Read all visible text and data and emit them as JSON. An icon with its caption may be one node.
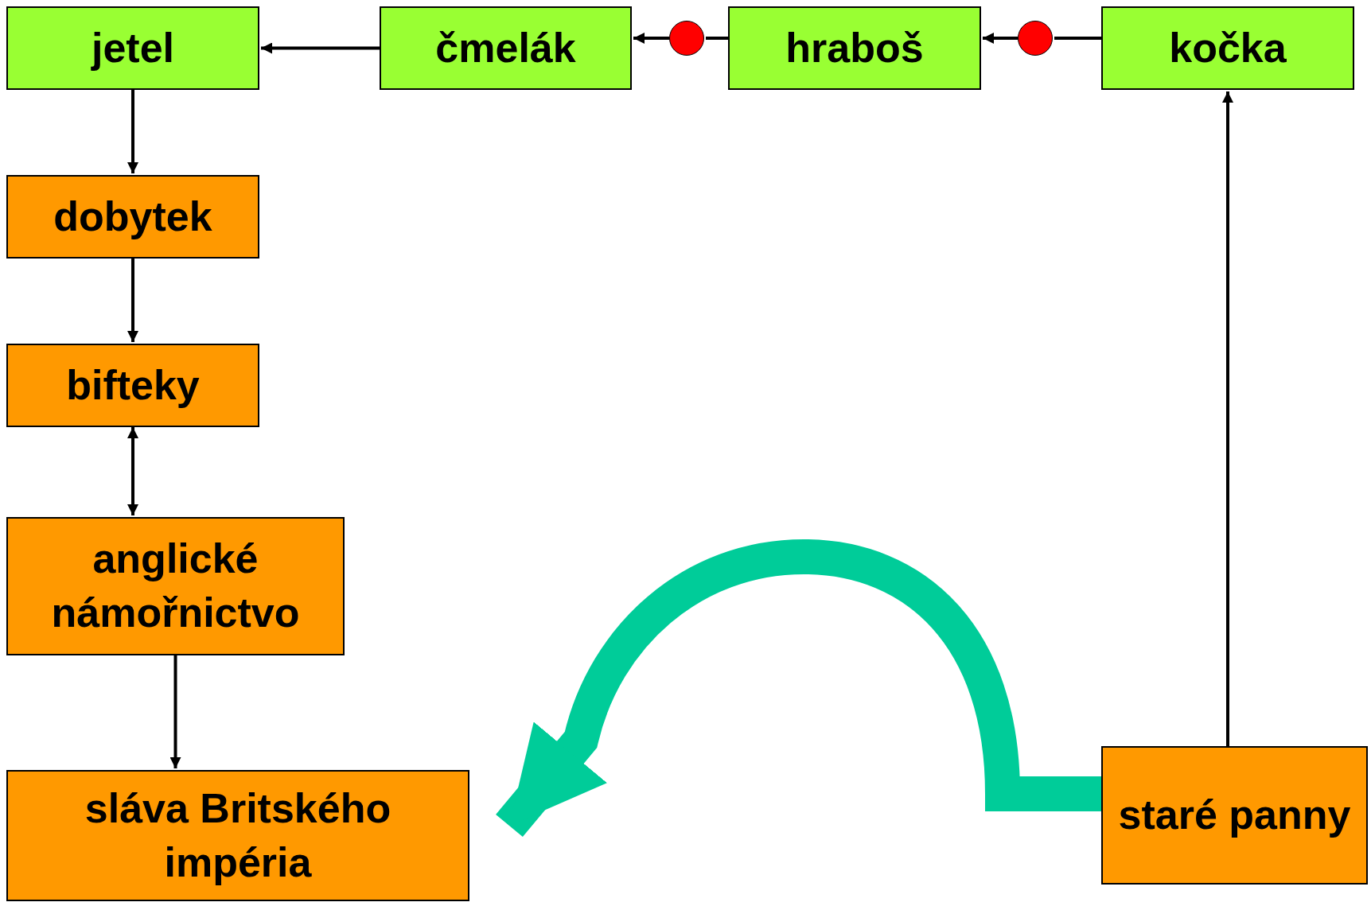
{
  "diagram": {
    "nodes": [
      {
        "text": [
          "jetel"
        ]
      },
      {
        "text": [
          "čmelák"
        ]
      },
      {
        "text": [],
        "shape": "circle"
      },
      {
        "text": [
          "hraboš"
        ]
      },
      {
        "text": [],
        "shape": "circle"
      },
      {
        "text": [
          "kočka"
        ]
      },
      {
        "text": [
          "dobytek"
        ]
      },
      {
        "text": [
          "bifteky"
        ]
      },
      {
        "text": [
          "anglické námořnictvo"
        ]
      },
      {
        "text": [
          "sláva Britského impéria"
        ]
      },
      {
        "text": [
          "staré panny"
        ]
      }
    ],
    "edges": [
      {
        "from": 1,
        "to": 0,
        "arrow": "to"
      },
      {
        "from": 3,
        "to": 2,
        "arrow": "none"
      },
      {
        "from": 2,
        "to": 1,
        "arrow": "to"
      },
      {
        "from": 5,
        "to": 4,
        "arrow": "none"
      },
      {
        "from": 4,
        "to": 3,
        "arrow": "to"
      },
      {
        "from": 0,
        "to": 6,
        "arrow": "to"
      },
      {
        "from": 6,
        "to": 7,
        "arrow": "to"
      },
      {
        "from": 7,
        "to": 8,
        "arrow": "both"
      },
      {
        "from": 8,
        "to": 9,
        "arrow": "to"
      },
      {
        "from": 10,
        "to": 5,
        "arrow": "to"
      },
      {
        "from": 10,
        "to": 9,
        "arrow": "to",
        "style": "thick",
        "color": "#00cc99"
      }
    ]
  }
}
